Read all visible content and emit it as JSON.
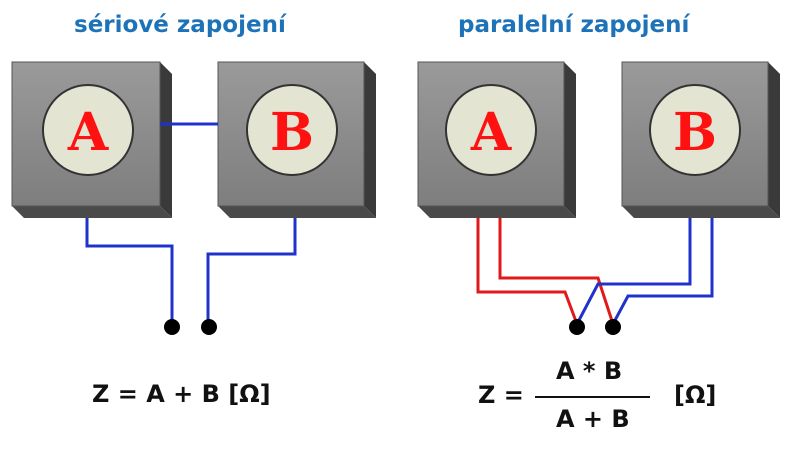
{
  "sections": {
    "series": {
      "title": "sériové zapojení",
      "box_a_label": "A",
      "box_b_label": "B",
      "formula": "Z = A + B   [Ω]"
    },
    "parallel": {
      "title": "paralelní zapojení",
      "box_a_label": "A",
      "box_b_label": "B",
      "formula_left": "Z =",
      "formula_numerator": "A * B",
      "formula_denominator": "A + B",
      "formula_unit": "[Ω]"
    }
  },
  "colors": {
    "title": "#1e73b8",
    "box_face": "#8c8c8c",
    "disc": "#e3e4d2",
    "letter": "#ff1111",
    "wire_blue": "#1f33cc",
    "wire_red": "#e01a1a",
    "terminal": "#000000"
  }
}
